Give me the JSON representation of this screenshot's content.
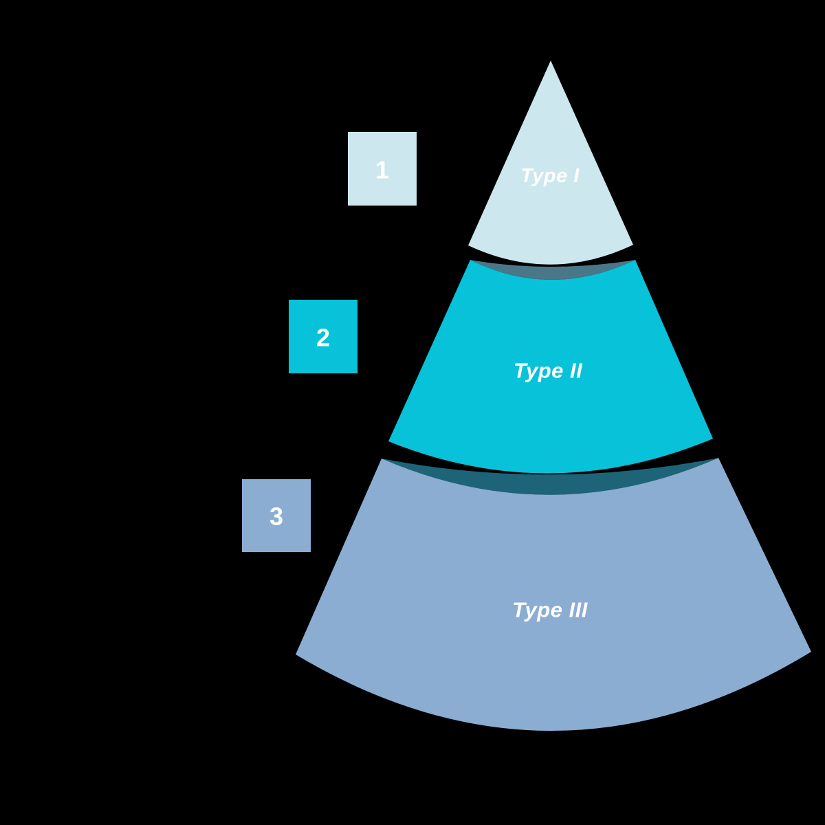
{
  "diagram": {
    "type": "layered-cone-pyramid",
    "background_color": "#000000",
    "text_color": "#ffffff",
    "levels": [
      {
        "number": "1",
        "label": "Type I",
        "color": "#cce7ee"
      },
      {
        "number": "2",
        "label": "Type II",
        "color": "#07c2d9",
        "top_shadow_color": "#4a7787"
      },
      {
        "number": "3",
        "label": "Type III",
        "color": "#8badd2",
        "top_shadow_color": "#1d6478"
      }
    ]
  }
}
